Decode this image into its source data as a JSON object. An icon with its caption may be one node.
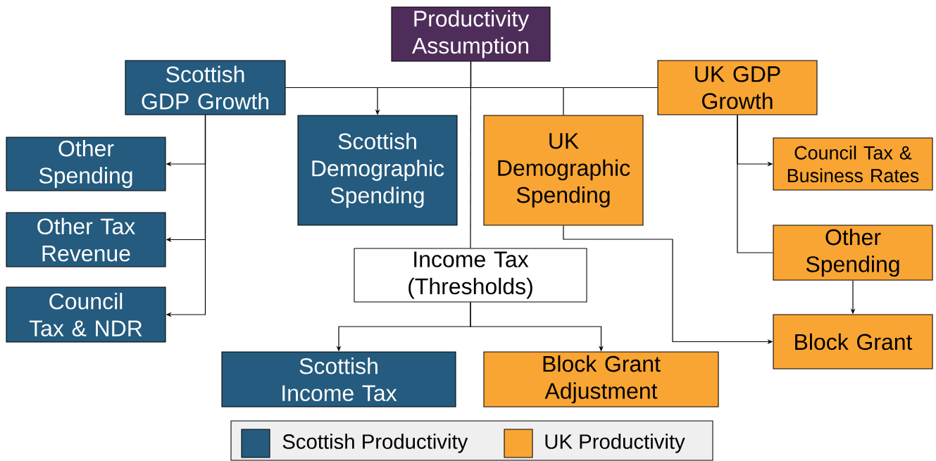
{
  "diagram": {
    "nodes": [
      {
        "text": [
          "Productivity Assumption"
        ]
      },
      {
        "text": [
          "Scottish GDP Growth"
        ]
      },
      {
        "text": [
          "UK GDP Growth"
        ]
      },
      {
        "text": [
          "Other Spending"
        ]
      },
      {
        "text": [
          "Scottish Demographic Spending"
        ]
      },
      {
        "text": [
          "UK Demographic Spending"
        ]
      },
      {
        "text": [
          "Council Tax & Business Rates"
        ]
      },
      {
        "text": [
          "Other Tax Revenue"
        ]
      },
      {
        "text": [
          "Other Spending"
        ]
      },
      {
        "text": [
          "Income Tax (Thresholds)"
        ]
      },
      {
        "text": [
          "Council Tax & NDR"
        ]
      },
      {
        "text": [
          "Block Grant"
        ]
      },
      {
        "text": [
          "Scottish Income Tax"
        ]
      },
      {
        "text": [
          "Block Grant Adjustment"
        ]
      }
    ],
    "edges": [
      {
        "from": 0,
        "to": 1,
        "arrow": "none"
      },
      {
        "from": 0,
        "to": 2,
        "arrow": "none"
      },
      {
        "from": 0,
        "to": 9,
        "arrow": "none"
      },
      {
        "from": 1,
        "to": 4,
        "arrow": "to"
      },
      {
        "from": 2,
        "to": 5,
        "arrow": "none"
      },
      {
        "from": 1,
        "to": 3,
        "arrow": "to"
      },
      {
        "from": 1,
        "to": 7,
        "arrow": "to"
      },
      {
        "from": 1,
        "to": 10,
        "arrow": "to"
      },
      {
        "from": 2,
        "to": 6,
        "arrow": "to"
      },
      {
        "from": 2,
        "to": 8,
        "arrow": "none"
      },
      {
        "from": 8,
        "to": 11,
        "arrow": "to"
      },
      {
        "from": 5,
        "to": 11,
        "arrow": "to"
      },
      {
        "from": 9,
        "to": 12,
        "arrow": "to"
      },
      {
        "from": 9,
        "to": 13,
        "arrow": "to"
      }
    ],
    "legend": [
      {
        "text": "Scottish Productivity",
        "color": "#245b7e"
      },
      {
        "text": "UK Productivity",
        "color": "#f9a533"
      }
    ]
  }
}
